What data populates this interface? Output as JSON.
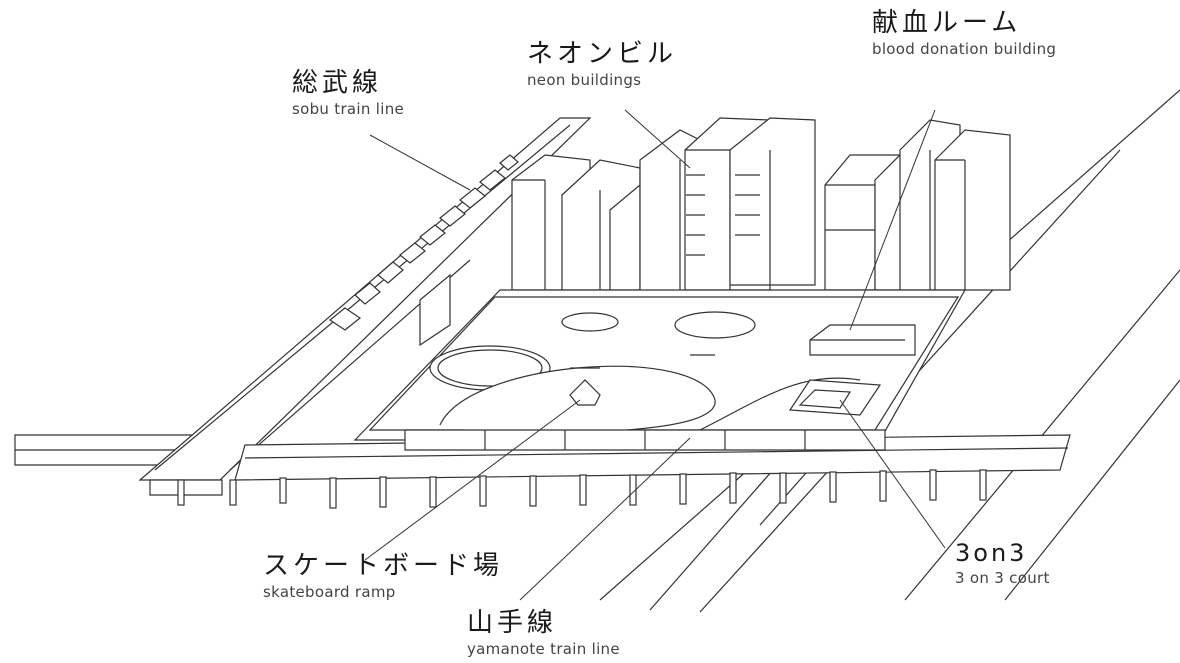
{
  "diagram": {
    "labels": [
      {
        "id": "sobu",
        "jp": "総武線",
        "en": "sobu train line"
      },
      {
        "id": "neon",
        "jp": "ネオンビル",
        "en": "neon buildings"
      },
      {
        "id": "blood",
        "jp": "献血ルーム",
        "en": "blood donation building"
      },
      {
        "id": "skate",
        "jp": "スケートボード場",
        "en": "skateboard ramp"
      },
      {
        "id": "yamanote",
        "jp": "山手線",
        "en": "yamanote train line"
      },
      {
        "id": "court",
        "jp": "3on3",
        "en": "3 on 3 court"
      }
    ],
    "line_color": "#333333",
    "fill_color": "#ffffff"
  }
}
